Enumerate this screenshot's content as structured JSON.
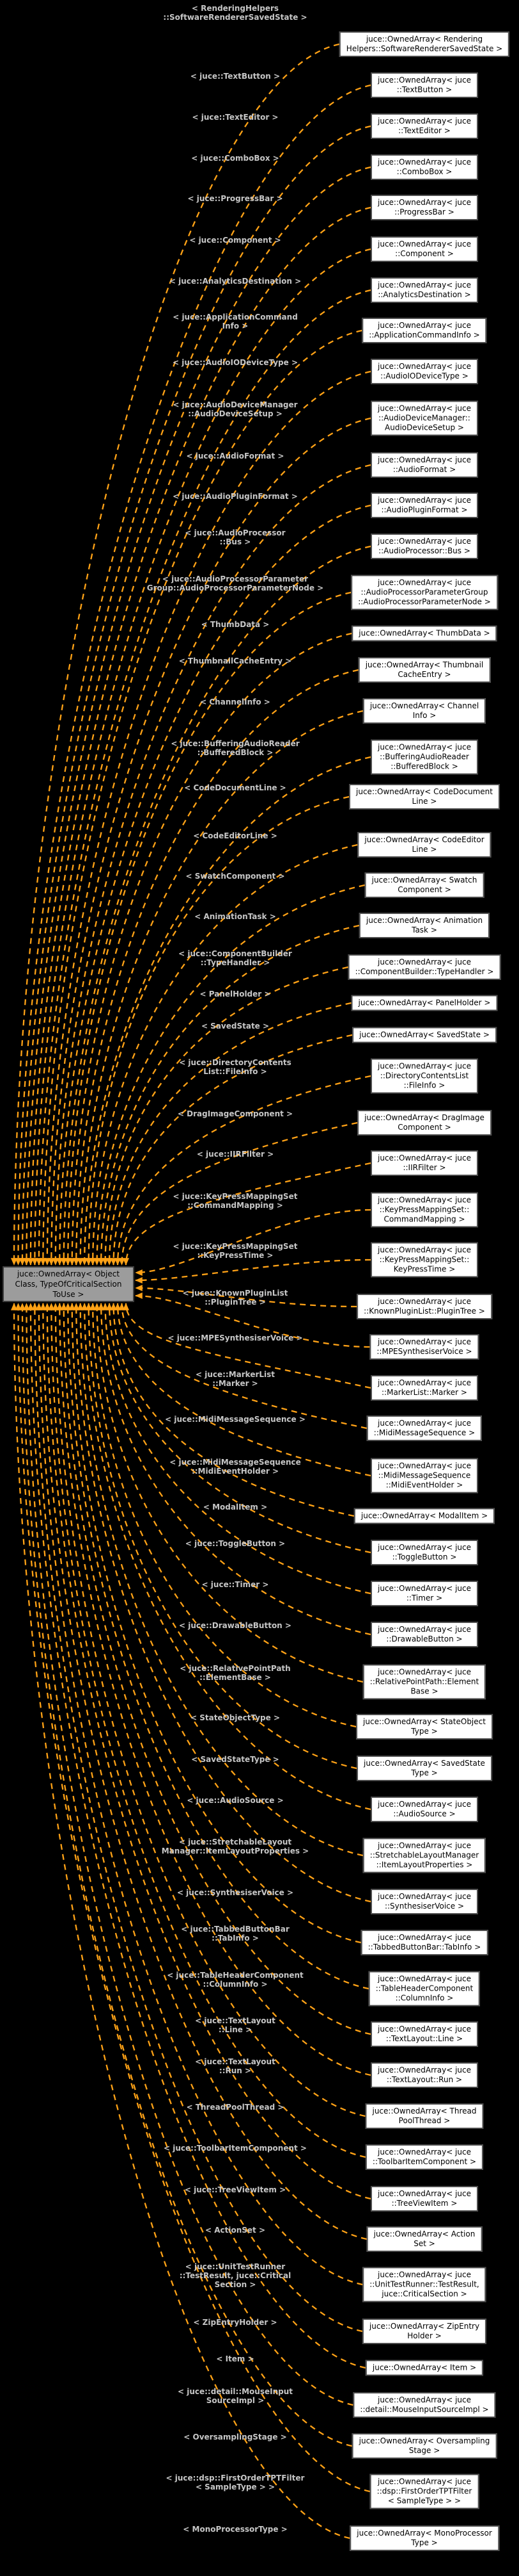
{
  "diagram": {
    "kind": "template-instantiation-graph",
    "colors": {
      "background": "#000000",
      "edge": "#ffa216",
      "edge_label_text": "#c6c6c6",
      "node_fill": "#9c9c9c",
      "node_border": "#3e3e3e",
      "node_text": "#000000",
      "box_fill": "#ffffff",
      "box_border": "#4e4e4e",
      "box_text": "#000000"
    },
    "main_node": {
      "lines": [
        "juce::OwnedArray< Object",
        "Class, TypeOfCriticalSection",
        "ToUse >"
      ]
    },
    "rows": [
      {
        "label": [
          "< RenderingHelpers",
          "::SoftwareRendererSavedState >"
        ],
        "box": [
          "juce::OwnedArray< Rendering",
          "Helpers::SoftwareRendererSavedState >"
        ]
      },
      {
        "label": [
          "< juce::TextButton >"
        ],
        "box": [
          "juce::OwnedArray< juce",
          "::TextButton >"
        ]
      },
      {
        "label": [
          "< juce::TextEditor >"
        ],
        "box": [
          "juce::OwnedArray< juce",
          "::TextEditor >"
        ]
      },
      {
        "label": [
          "< juce::ComboBox >"
        ],
        "box": [
          "juce::OwnedArray< juce",
          "::ComboBox >"
        ]
      },
      {
        "label": [
          "< juce::ProgressBar >"
        ],
        "box": [
          "juce::OwnedArray< juce",
          "::ProgressBar >"
        ]
      },
      {
        "label": [
          "< juce::Component >"
        ],
        "box": [
          "juce::OwnedArray< juce",
          "::Component >"
        ]
      },
      {
        "label": [
          "< juce::AnalyticsDestination >"
        ],
        "box": [
          "juce::OwnedArray< juce",
          "::AnalyticsDestination >"
        ]
      },
      {
        "label": [
          "< juce::ApplicationCommand",
          "Info >"
        ],
        "box": [
          "juce::OwnedArray< juce",
          "::ApplicationCommandInfo >"
        ]
      },
      {
        "label": [
          "< juce::AudioIODeviceType >"
        ],
        "box": [
          "juce::OwnedArray< juce",
          "::AudioIODeviceType >"
        ]
      },
      {
        "label": [
          "< juce::AudioDeviceManager",
          "::AudioDeviceSetup >"
        ],
        "box": [
          "juce::OwnedArray< juce",
          "::AudioDeviceManager::",
          "AudioDeviceSetup >"
        ]
      },
      {
        "label": [
          "< juce::AudioFormat >"
        ],
        "box": [
          "juce::OwnedArray< juce",
          "::AudioFormat >"
        ]
      },
      {
        "label": [
          "< juce::AudioPluginFormat >"
        ],
        "box": [
          "juce::OwnedArray< juce",
          "::AudioPluginFormat >"
        ]
      },
      {
        "label": [
          "< juce::AudioProcessor",
          "::Bus >"
        ],
        "box": [
          "juce::OwnedArray< juce",
          "::AudioProcessor::Bus >"
        ]
      },
      {
        "label": [
          "< juce::AudioProcessorParameter",
          "Group::AudioProcessorParameterNode >"
        ],
        "box": [
          "juce::OwnedArray< juce",
          "::AudioProcessorParameterGroup",
          "::AudioProcessorParameterNode >"
        ]
      },
      {
        "label": [
          "< ThumbData >"
        ],
        "box": [
          "juce::OwnedArray< ThumbData >"
        ]
      },
      {
        "label": [
          "< ThumbnailCacheEntry >"
        ],
        "box": [
          "juce::OwnedArray< Thumbnail",
          "CacheEntry >"
        ]
      },
      {
        "label": [
          "< ChannelInfo >"
        ],
        "box": [
          "juce::OwnedArray< Channel",
          "Info >"
        ]
      },
      {
        "label": [
          "< juce::BufferingAudioReader",
          "::BufferedBlock >"
        ],
        "box": [
          "juce::OwnedArray< juce",
          "::BufferingAudioReader",
          "::BufferedBlock >"
        ]
      },
      {
        "label": [
          "< CodeDocumentLine >"
        ],
        "box": [
          "juce::OwnedArray< CodeDocument",
          "Line >"
        ]
      },
      {
        "label": [
          "< CodeEditorLine >"
        ],
        "box": [
          "juce::OwnedArray< CodeEditor",
          "Line >"
        ]
      },
      {
        "label": [
          "< SwatchComponent >"
        ],
        "box": [
          "juce::OwnedArray< Swatch",
          "Component >"
        ]
      },
      {
        "label": [
          "< AnimationTask >"
        ],
        "box": [
          "juce::OwnedArray< Animation",
          "Task >"
        ]
      },
      {
        "label": [
          "< juce::ComponentBuilder",
          "::TypeHandler >"
        ],
        "box": [
          "juce::OwnedArray< juce",
          "::ComponentBuilder::TypeHandler >"
        ]
      },
      {
        "label": [
          "< PanelHolder >"
        ],
        "box": [
          "juce::OwnedArray< PanelHolder >"
        ]
      },
      {
        "label": [
          "< SavedState >"
        ],
        "box": [
          "juce::OwnedArray< SavedState >"
        ]
      },
      {
        "label": [
          "< juce::DirectoryContents",
          "List::FileInfo >"
        ],
        "box": [
          "juce::OwnedArray< juce",
          "::DirectoryContentsList",
          "::FileInfo >"
        ]
      },
      {
        "label": [
          "< DragImageComponent >"
        ],
        "box": [
          "juce::OwnedArray< DragImage",
          "Component >"
        ]
      },
      {
        "label": [
          "< juce::IIRFilter >"
        ],
        "box": [
          "juce::OwnedArray< juce",
          "::IIRFilter >"
        ]
      },
      {
        "label": [
          "< juce::KeyPressMappingSet",
          "::CommandMapping >"
        ],
        "box": [
          "juce::OwnedArray< juce",
          "::KeyPressMappingSet::",
          "CommandMapping >"
        ]
      },
      {
        "label": [
          "< juce::KeyPressMappingSet",
          "::KeyPressTime >"
        ],
        "box": [
          "juce::OwnedArray< juce",
          "::KeyPressMappingSet::",
          "KeyPressTime >"
        ]
      },
      {
        "label": [
          "< juce::KnownPluginList",
          "::PluginTree >"
        ],
        "box": [
          "juce::OwnedArray< juce",
          "::KnownPluginList::PluginTree >"
        ]
      },
      {
        "label": [
          "< juce::MPESynthesiserVoice >"
        ],
        "box": [
          "juce::OwnedArray< juce",
          "::MPESynthesiserVoice >"
        ]
      },
      {
        "label": [
          "< juce::MarkerList",
          "::Marker >"
        ],
        "box": [
          "juce::OwnedArray< juce",
          "::MarkerList::Marker >"
        ]
      },
      {
        "label": [
          "< juce::MidiMessageSequence >"
        ],
        "box": [
          "juce::OwnedArray< juce",
          "::MidiMessageSequence >"
        ]
      },
      {
        "label": [
          "< juce::MidiMessageSequence",
          "::MidiEventHolder >"
        ],
        "box": [
          "juce::OwnedArray< juce",
          "::MidiMessageSequence",
          "::MidiEventHolder >"
        ]
      },
      {
        "label": [
          "< ModalItem >"
        ],
        "box": [
          "juce::OwnedArray< ModalItem >"
        ]
      },
      {
        "label": [
          "< juce::ToggleButton >"
        ],
        "box": [
          "juce::OwnedArray< juce",
          "::ToggleButton >"
        ]
      },
      {
        "label": [
          "< juce::Timer >"
        ],
        "box": [
          "juce::OwnedArray< juce",
          "::Timer >"
        ]
      },
      {
        "label": [
          "< juce::DrawableButton >"
        ],
        "box": [
          "juce::OwnedArray< juce",
          "::DrawableButton >"
        ]
      },
      {
        "label": [
          "< juce::RelativePointPath",
          "::ElementBase >"
        ],
        "box": [
          "juce::OwnedArray< juce",
          "::RelativePointPath::Element",
          "Base >"
        ]
      },
      {
        "label": [
          "< StateObjectType >"
        ],
        "box": [
          "juce::OwnedArray< StateObject",
          "Type >"
        ]
      },
      {
        "label": [
          "< SavedStateType >"
        ],
        "box": [
          "juce::OwnedArray< SavedState",
          "Type >"
        ]
      },
      {
        "label": [
          "< juce::AudioSource >"
        ],
        "box": [
          "juce::OwnedArray< juce",
          "::AudioSource >"
        ]
      },
      {
        "label": [
          "< juce::StretchableLayout",
          "Manager::ItemLayoutProperties >"
        ],
        "box": [
          "juce::OwnedArray< juce",
          "::StretchableLayoutManager",
          "::ItemLayoutProperties >"
        ]
      },
      {
        "label": [
          "< juce::SynthesiserVoice >"
        ],
        "box": [
          "juce::OwnedArray< juce",
          "::SynthesiserVoice >"
        ]
      },
      {
        "label": [
          "< juce::TabbedButtonBar",
          "::TabInfo >"
        ],
        "box": [
          "juce::OwnedArray< juce",
          "::TabbedButtonBar::TabInfo >"
        ]
      },
      {
        "label": [
          "< juce::TableHeaderComponent",
          "::ColumnInfo >"
        ],
        "box": [
          "juce::OwnedArray< juce",
          "::TableHeaderComponent",
          "::ColumnInfo >"
        ]
      },
      {
        "label": [
          "< juce::TextLayout",
          "::Line >"
        ],
        "box": [
          "juce::OwnedArray< juce",
          "::TextLayout::Line >"
        ]
      },
      {
        "label": [
          "< juce::TextLayout",
          "::Run >"
        ],
        "box": [
          "juce::OwnedArray< juce",
          "::TextLayout::Run >"
        ]
      },
      {
        "label": [
          "< ThreadPoolThread >"
        ],
        "box": [
          "juce::OwnedArray< Thread",
          "PoolThread >"
        ]
      },
      {
        "label": [
          "< juce::ToolbarItemComponent >"
        ],
        "box": [
          "juce::OwnedArray< juce",
          "::ToolbarItemComponent >"
        ]
      },
      {
        "label": [
          "< juce::TreeViewItem >"
        ],
        "box": [
          "juce::OwnedArray< juce",
          "::TreeViewItem >"
        ]
      },
      {
        "label": [
          "< ActionSet >"
        ],
        "box": [
          "juce::OwnedArray< Action",
          "Set >"
        ]
      },
      {
        "label": [
          "< juce::UnitTestRunner",
          "::TestResult, juce::Critical",
          "Section >"
        ],
        "box": [
          "juce::OwnedArray< juce",
          "::UnitTestRunner::TestResult,",
          "juce::CriticalSection >"
        ]
      },
      {
        "label": [
          "< ZipEntryHolder >"
        ],
        "box": [
          "juce::OwnedArray< ZipEntry",
          "Holder >"
        ]
      },
      {
        "label": [
          "< Item >"
        ],
        "box": [
          "juce::OwnedArray< Item >"
        ]
      },
      {
        "label": [
          "< juce::detail::MouseInput",
          "SourceImpl >"
        ],
        "box": [
          "juce::OwnedArray< juce",
          "::detail::MouseInputSourceImpl >"
        ]
      },
      {
        "label": [
          "< OversamplingStage >"
        ],
        "box": [
          "juce::OwnedArray< Oversampling",
          "Stage >"
        ]
      },
      {
        "label": [
          "< juce::dsp::FirstOrderTPTFilter",
          "< SampleType > >"
        ],
        "box": [
          "juce::OwnedArray< juce",
          "::dsp::FirstOrderTPTFilter",
          "< SampleType > >"
        ]
      },
      {
        "label": [
          "< MonoProcessorType >"
        ],
        "box": [
          "juce::OwnedArray< MonoProcessor",
          "Type >"
        ]
      }
    ]
  }
}
